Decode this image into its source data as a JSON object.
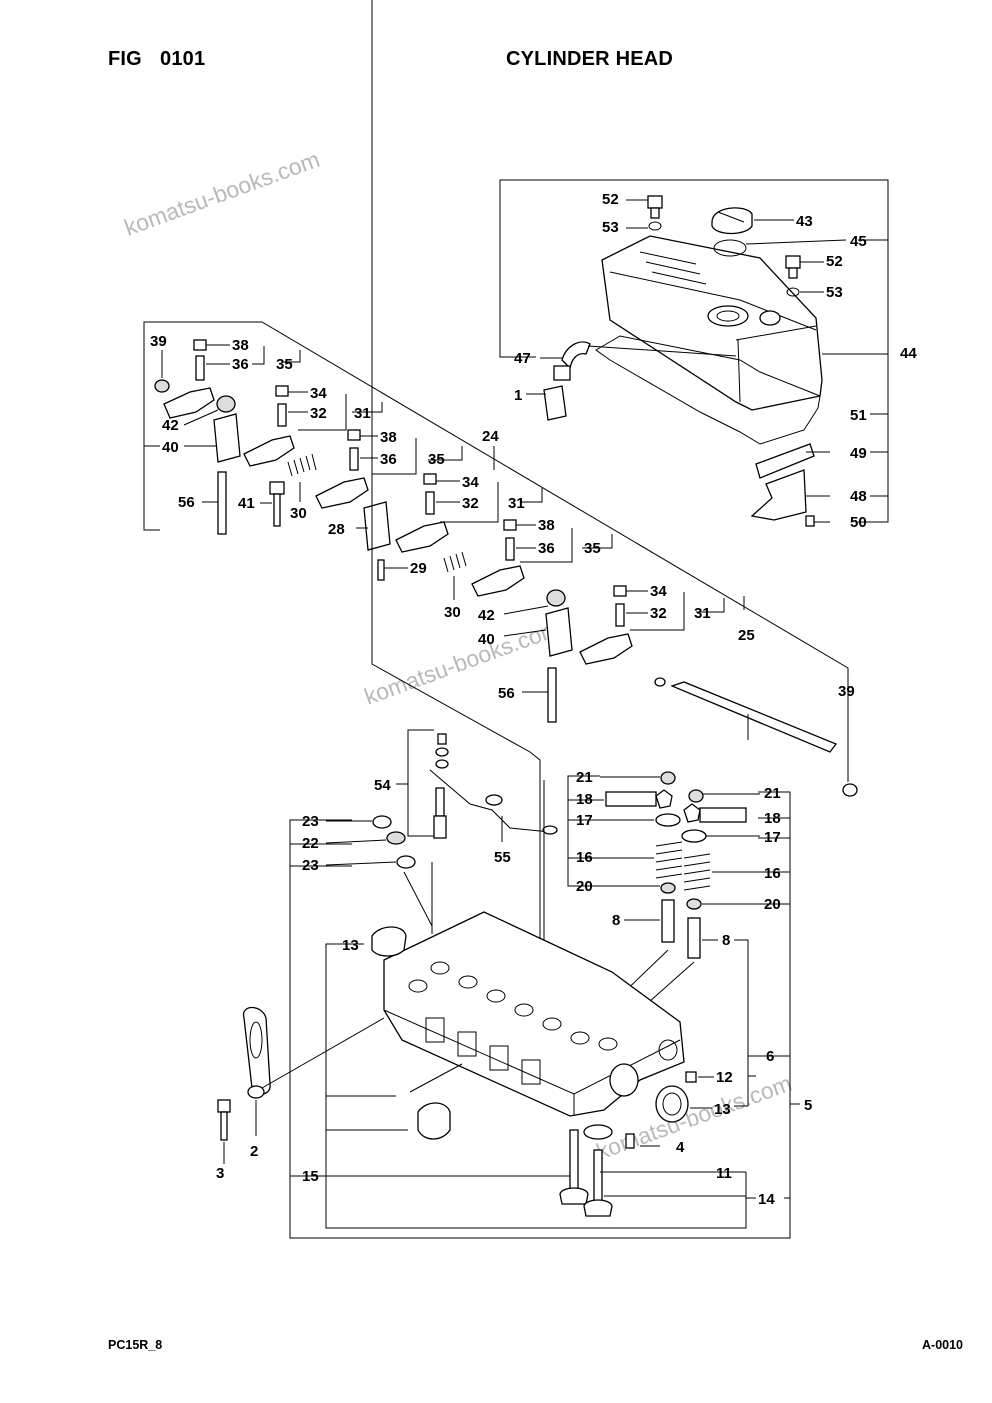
{
  "header": {
    "fig_label": "FIG",
    "fig_number": "0101",
    "title": "CYLINDER HEAD"
  },
  "footer": {
    "model": "PC15R_8",
    "page_code": "A-0010"
  },
  "watermark": "komatsu-books.com",
  "callouts": [
    {
      "id": "c52a",
      "text": "52"
    },
    {
      "id": "c53a",
      "text": "53"
    },
    {
      "id": "c43",
      "text": "43"
    },
    {
      "id": "c45",
      "text": "45"
    },
    {
      "id": "c52b",
      "text": "52"
    },
    {
      "id": "c53b",
      "text": "53"
    },
    {
      "id": "c47",
      "text": "47"
    },
    {
      "id": "c44",
      "text": "44"
    },
    {
      "id": "c1",
      "text": "1"
    },
    {
      "id": "c51",
      "text": "51"
    },
    {
      "id": "c49",
      "text": "49"
    },
    {
      "id": "c48",
      "text": "48"
    },
    {
      "id": "c50",
      "text": "50"
    },
    {
      "id": "c39a",
      "text": "39"
    },
    {
      "id": "c38a",
      "text": "38"
    },
    {
      "id": "c36a",
      "text": "36"
    },
    {
      "id": "c35a",
      "text": "35"
    },
    {
      "id": "c34a",
      "text": "34"
    },
    {
      "id": "c32a",
      "text": "32"
    },
    {
      "id": "c31a",
      "text": "31"
    },
    {
      "id": "c42a",
      "text": "42"
    },
    {
      "id": "c40a",
      "text": "40"
    },
    {
      "id": "c24",
      "text": "24"
    },
    {
      "id": "c38b",
      "text": "38"
    },
    {
      "id": "c36b",
      "text": "36"
    },
    {
      "id": "c35b",
      "text": "35"
    },
    {
      "id": "c34b",
      "text": "34"
    },
    {
      "id": "c32b",
      "text": "32"
    },
    {
      "id": "c31b",
      "text": "31"
    },
    {
      "id": "c56a",
      "text": "56"
    },
    {
      "id": "c41",
      "text": "41"
    },
    {
      "id": "c30a",
      "text": "30"
    },
    {
      "id": "c28",
      "text": "28"
    },
    {
      "id": "c38c",
      "text": "38"
    },
    {
      "id": "c36c",
      "text": "36"
    },
    {
      "id": "c35c",
      "text": "35"
    },
    {
      "id": "c29",
      "text": "29"
    },
    {
      "id": "c34c",
      "text": "34"
    },
    {
      "id": "c30b",
      "text": "30"
    },
    {
      "id": "c42b",
      "text": "42"
    },
    {
      "id": "c32c",
      "text": "32"
    },
    {
      "id": "c31c",
      "text": "31"
    },
    {
      "id": "c40b",
      "text": "40"
    },
    {
      "id": "c25",
      "text": "25"
    },
    {
      "id": "c39b",
      "text": "39"
    },
    {
      "id": "c56b",
      "text": "56"
    },
    {
      "id": "c54",
      "text": "54"
    },
    {
      "id": "c21a",
      "text": "21"
    },
    {
      "id": "c21b",
      "text": "21"
    },
    {
      "id": "c18a",
      "text": "18"
    },
    {
      "id": "c18b",
      "text": "18"
    },
    {
      "id": "c17a",
      "text": "17"
    },
    {
      "id": "c17b",
      "text": "17"
    },
    {
      "id": "c23a",
      "text": "23"
    },
    {
      "id": "c22",
      "text": "22"
    },
    {
      "id": "c23b",
      "text": "23"
    },
    {
      "id": "c55",
      "text": "55"
    },
    {
      "id": "c16a",
      "text": "16"
    },
    {
      "id": "c16b",
      "text": "16"
    },
    {
      "id": "c20a",
      "text": "20"
    },
    {
      "id": "c20b",
      "text": "20"
    },
    {
      "id": "c8a",
      "text": "8"
    },
    {
      "id": "c8b",
      "text": "8"
    },
    {
      "id": "c13a",
      "text": "13"
    },
    {
      "id": "c6",
      "text": "6"
    },
    {
      "id": "c12",
      "text": "12"
    },
    {
      "id": "c13b",
      "text": "13"
    },
    {
      "id": "c5",
      "text": "5"
    },
    {
      "id": "c4",
      "text": "4"
    },
    {
      "id": "c2",
      "text": "2"
    },
    {
      "id": "c3",
      "text": "3"
    },
    {
      "id": "c15",
      "text": "15"
    },
    {
      "id": "c11",
      "text": "11"
    },
    {
      "id": "c14",
      "text": "14"
    }
  ]
}
